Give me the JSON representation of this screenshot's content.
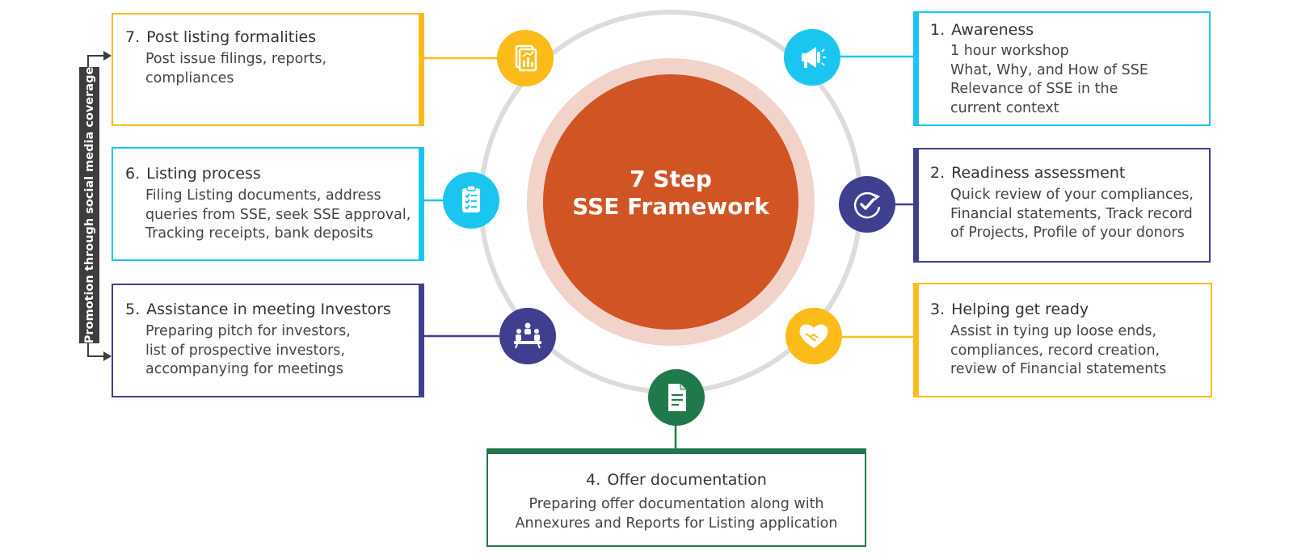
{
  "center": {
    "line1": "7 Step",
    "line2": "SSE Framework"
  },
  "promotion_label": "Promotion through social media coverage",
  "colors": {
    "yellow": "#fbbc1a",
    "cyan": "#1ac6f0",
    "navy": "#3f3f8f",
    "green": "#20794b",
    "orange": "#d15424",
    "ring": "#dcdcdc"
  },
  "steps": [
    {
      "num": "1.",
      "title": "Awareness",
      "lines": [
        "1 hour workshop",
        "What, Why, and How of SSE",
        "Relevance of SSE in the",
        "current context"
      ],
      "icon": "megaphone-icon"
    },
    {
      "num": "2.",
      "title": "Readiness assessment",
      "lines": [
        "Quick review of your compliances,",
        "Financial statements, Track record",
        "of Projects, Profile of your donors"
      ],
      "icon": "check-cycle-icon"
    },
    {
      "num": "3.",
      "title": "Helping get ready",
      "lines": [
        "Assist in tying up loose ends,",
        "compliances, record creation,",
        "review of Financial statements"
      ],
      "icon": "handshake-heart-icon"
    },
    {
      "num": "4.",
      "title": "Offer documentation",
      "lines": [
        "Preparing offer documentation along with",
        "Annexures and Reports for Listing application"
      ],
      "icon": "document-icon"
    },
    {
      "num": "5.",
      "title": "Assistance in meeting Investors",
      "lines": [
        "Preparing pitch for investors,",
        "list of prospective investors,",
        "accompanying for meetings"
      ],
      "icon": "meeting-icon"
    },
    {
      "num": "6.",
      "title": "Listing process",
      "lines": [
        "Filing Listing documents, address",
        "queries from SSE, seek SSE approval,",
        "Tracking receipts, bank deposits"
      ],
      "icon": "clipboard-icon"
    },
    {
      "num": "7.",
      "title": "Post listing formalities",
      "lines": [
        "Post issue filings, reports,",
        "compliances"
      ],
      "icon": "report-icon"
    }
  ]
}
